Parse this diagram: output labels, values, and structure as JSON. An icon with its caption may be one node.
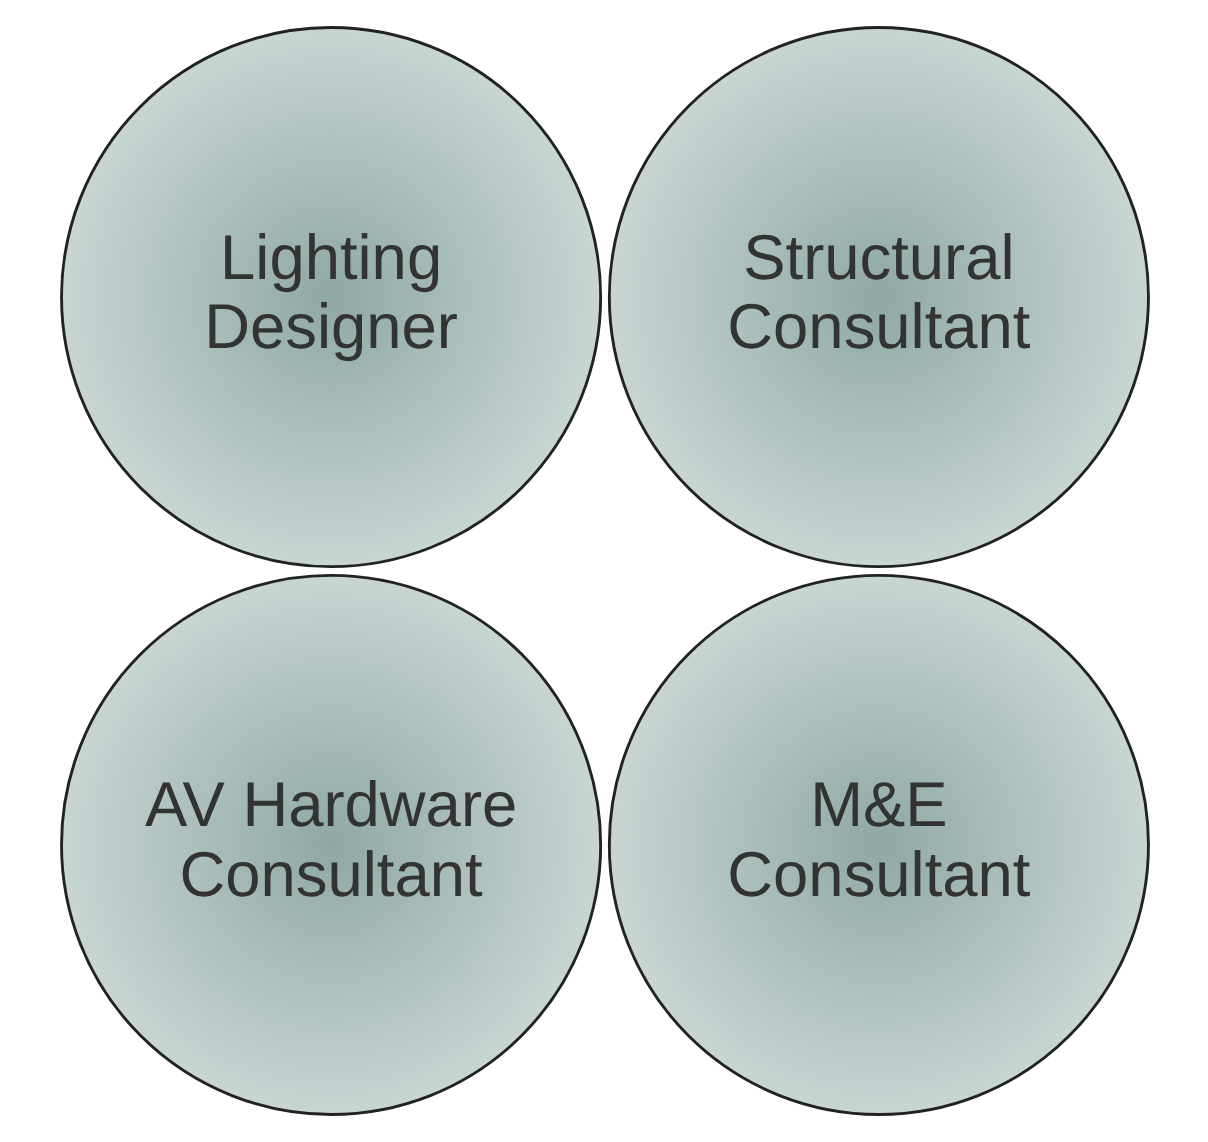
{
  "diagram": {
    "nodes": [
      {
        "text": [
          "Lighting Designer"
        ]
      },
      {
        "text": [
          "AV Hardware Consultant"
        ]
      },
      {
        "text": [
          "Structural Consultant"
        ]
      },
      {
        "text": [
          "M&E Consultant"
        ]
      }
    ]
  }
}
